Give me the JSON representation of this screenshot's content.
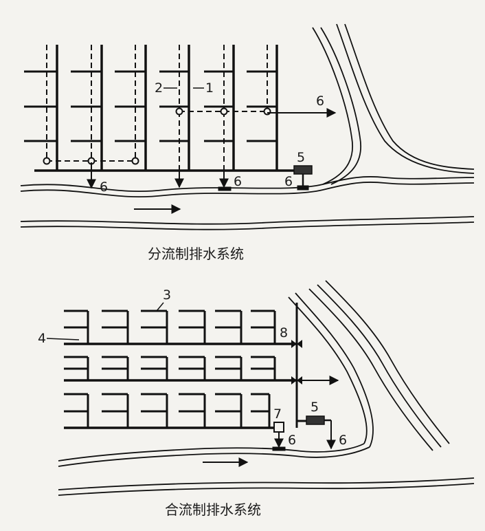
{
  "separate": {
    "caption": "分流制排水系统",
    "labels": {
      "pipe_2": "2",
      "pipe_1": "1",
      "outlet_right": "6",
      "pump": "5",
      "outlet_a": "6",
      "outlet_b": "6",
      "outlet_c": "6"
    }
  },
  "combined": {
    "caption": "合流制排水系统",
    "labels": {
      "main_3": "3",
      "branch_4": "4",
      "overflow_8": "8",
      "pump": "5",
      "treatment_7": "7",
      "outlet_a": "6",
      "outlet_b": "6"
    }
  }
}
